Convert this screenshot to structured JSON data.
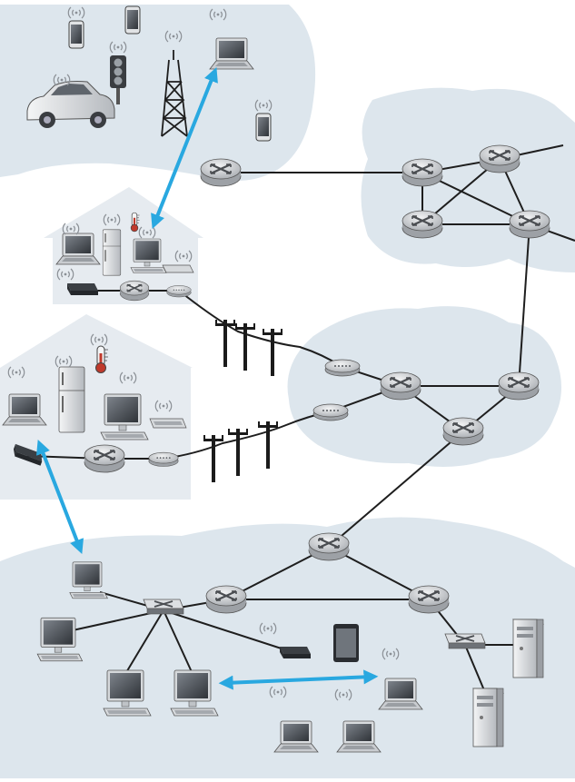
{
  "diagram": {
    "type": "network-topology",
    "colors": {
      "cloud": "#dde6ed",
      "house": "#e6ebf0",
      "router_fill": "#c9ccd0",
      "link": "#1e1e1e",
      "wireless_link": "#29a8e0",
      "screen": "#4a4e54",
      "device_dark": "#2e3136"
    },
    "regions": [
      "mobile-network",
      "home-network-1",
      "home-network-2",
      "regional-isp",
      "global-isp",
      "enterprise-network"
    ],
    "node_kinds": [
      "router",
      "link-layer-switch",
      "modem",
      "cell-tower",
      "laptop",
      "desktop",
      "smartphone",
      "tablet",
      "server",
      "car",
      "traffic-light",
      "thermometer",
      "refrigerator",
      "wireless-access-point",
      "utility-pole"
    ],
    "link_kinds": [
      "wired",
      "wireless"
    ]
  }
}
